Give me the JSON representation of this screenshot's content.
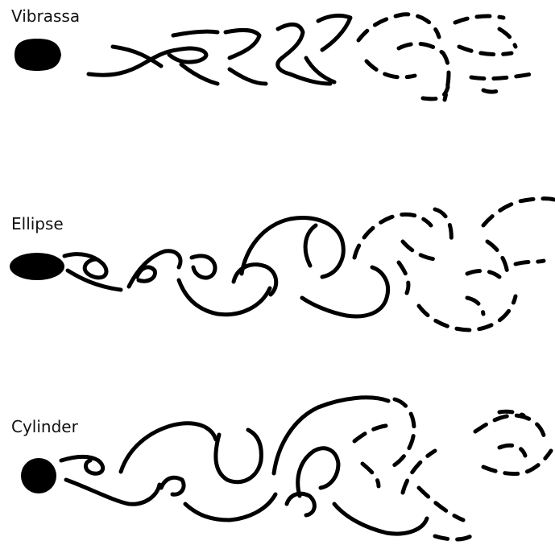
{
  "panels": [
    {
      "label": "Vibrassa",
      "body_shape": "vibrissa"
    },
    {
      "label": "Ellipse",
      "body_shape": "ellipse"
    },
    {
      "label": "Cylinder",
      "body_shape": "circle"
    }
  ],
  "colors": {
    "ink": "#000000",
    "background": "#ffffff"
  }
}
